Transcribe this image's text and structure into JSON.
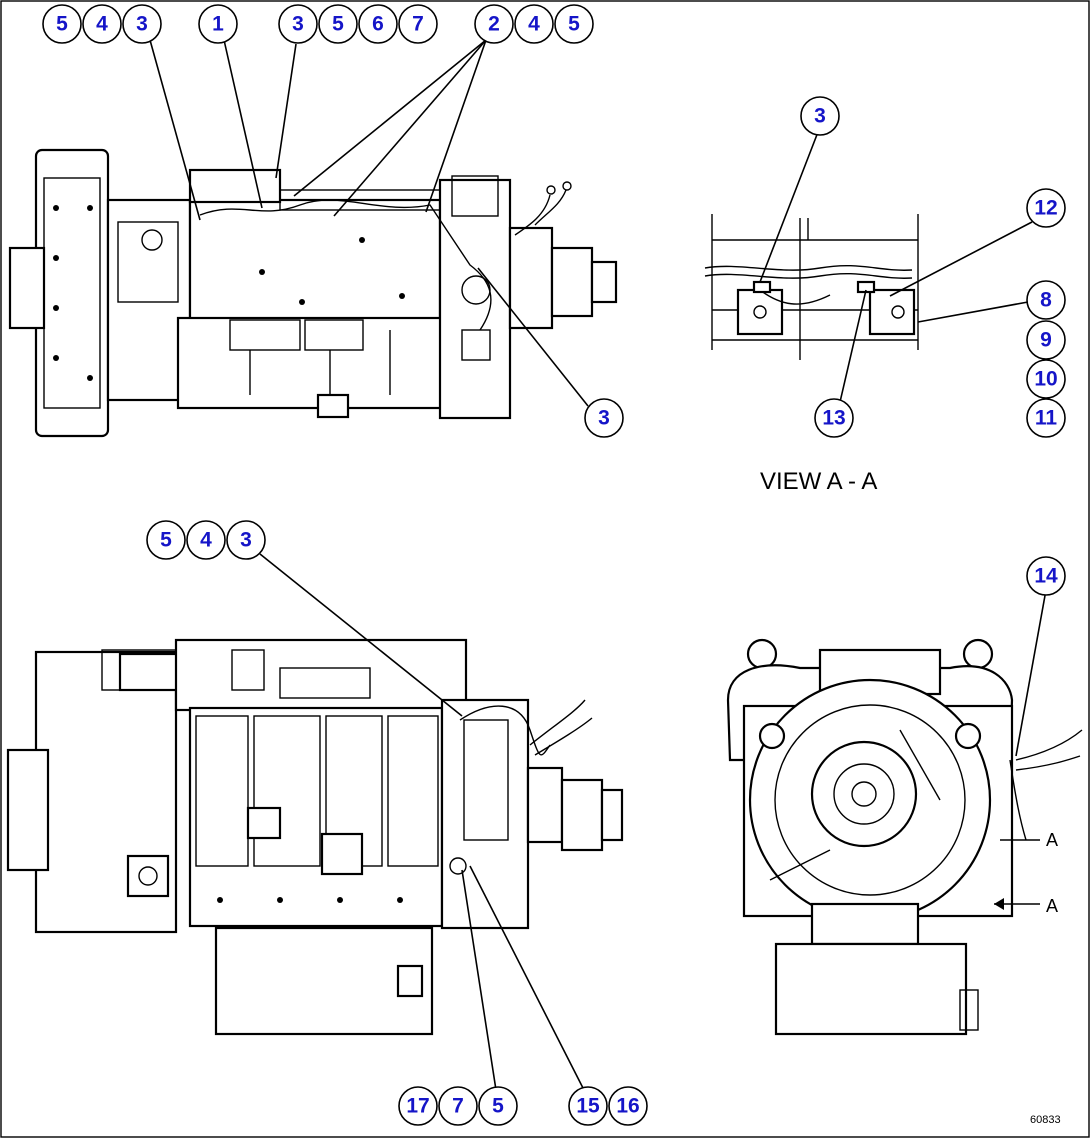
{
  "callouts": {
    "top_left": [
      "5",
      "4",
      "3",
      "1",
      "3",
      "5",
      "6",
      "7",
      "2",
      "4",
      "5",
      "3"
    ],
    "view_aa": [
      "3",
      "12",
      "8",
      "9",
      "10",
      "11",
      "13"
    ],
    "bottom_left": [
      "5",
      "4",
      "3",
      "17",
      "7",
      "5",
      "15",
      "16"
    ],
    "bottom_right": [
      "14"
    ]
  },
  "view_caption": "VIEW A - A",
  "section_marks": [
    "A",
    "A"
  ],
  "figure_id": "60833",
  "colors": {
    "callout_number": "#1515c8",
    "line": "#000000",
    "background": "#ffffff"
  }
}
